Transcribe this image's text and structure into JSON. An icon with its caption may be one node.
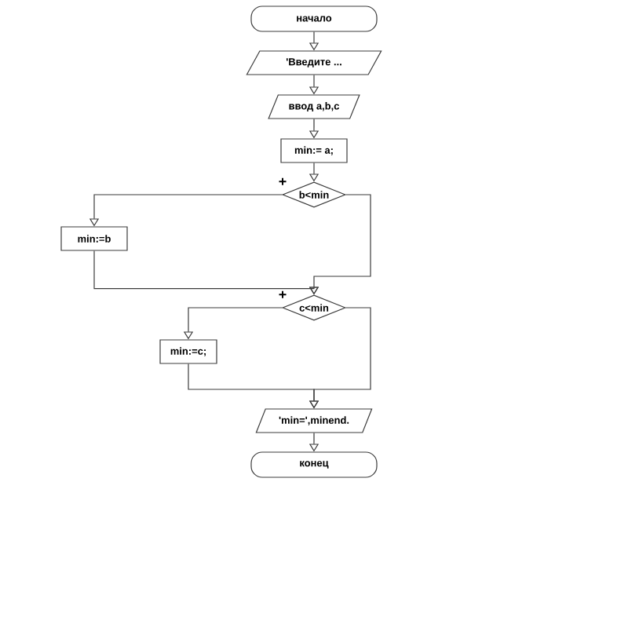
{
  "diagram": {
    "nodes": [
      {
        "text": [
          "начало"
        ]
      },
      {
        "text": [
          "'Введите ..."
        ]
      },
      {
        "text": [
          "ввод a,b,c"
        ]
      },
      {
        "text": [
          "min:= a;"
        ]
      },
      {
        "text": [
          "b<min"
        ]
      },
      {
        "text": [
          "min:=b"
        ]
      },
      {
        "text": [
          "c<min"
        ]
      },
      {
        "text": [
          "min:=c;"
        ]
      },
      {
        "text": [
          "'min=',minend."
        ]
      },
      {
        "text": [
          "конец"
        ]
      }
    ],
    "edges": [
      {
        "from": 0,
        "to": 1,
        "arrow": "to"
      },
      {
        "from": 1,
        "to": 2,
        "arrow": "to"
      },
      {
        "from": 2,
        "to": 3,
        "arrow": "to"
      },
      {
        "from": 3,
        "to": 4,
        "arrow": "to"
      },
      {
        "from": 4,
        "to": 5,
        "arrow": "to",
        "label": "+"
      },
      {
        "from": 5,
        "to": 6,
        "arrow": "to"
      },
      {
        "from": 4,
        "to": 6,
        "arrow": "to"
      },
      {
        "from": 6,
        "to": 7,
        "arrow": "to",
        "label": "+"
      },
      {
        "from": 7,
        "to": 8,
        "arrow": "to"
      },
      {
        "from": 6,
        "to": 8,
        "arrow": "to"
      },
      {
        "from": 8,
        "to": 9,
        "arrow": "to"
      }
    ]
  }
}
